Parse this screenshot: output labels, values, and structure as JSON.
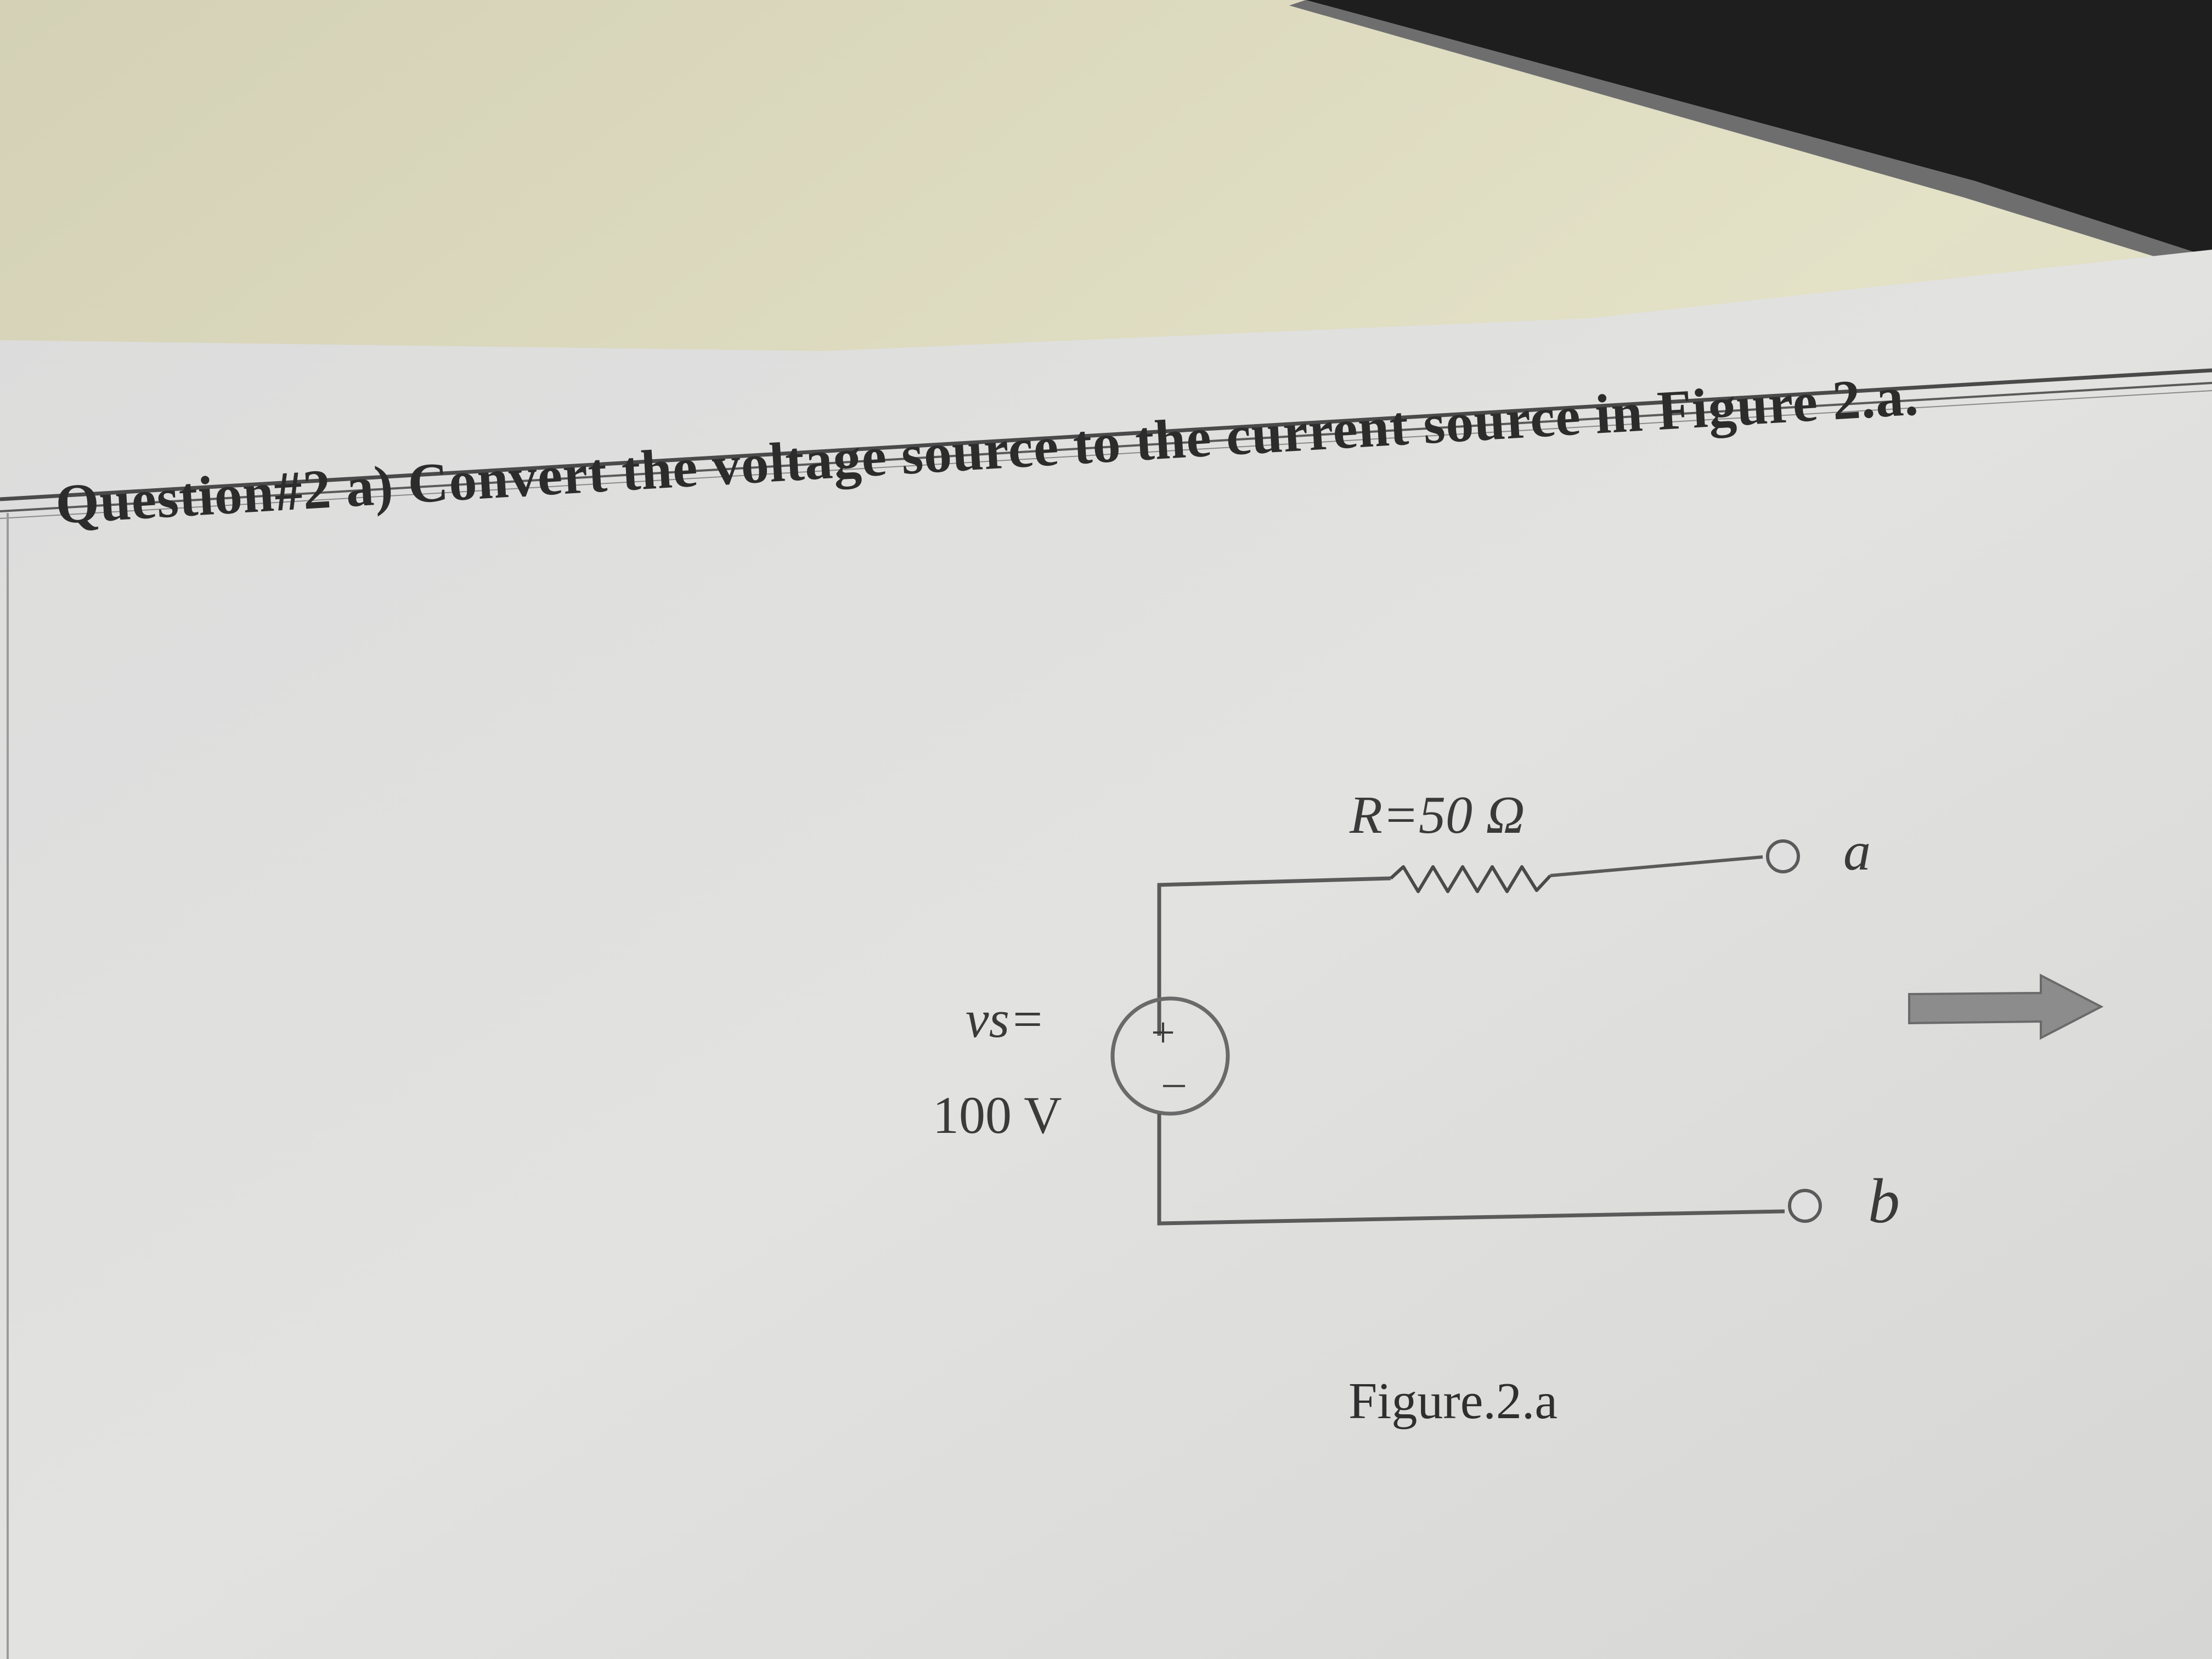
{
  "question": {
    "text": "Question#2 a) Convert the voltage source to the current source in Figure 2.a."
  },
  "circuit": {
    "resistor_label": "R=50 Ω",
    "source_label_line1": "vs=",
    "source_label_line2": "100 V",
    "source_plus": "+",
    "source_minus": "–",
    "terminal_a": "a",
    "terminal_b": "b"
  },
  "caption": "Figure.2.a",
  "colors": {
    "paper": "#dcdcdc",
    "ink": "#3a3a3a",
    "arrow": "#888888"
  }
}
